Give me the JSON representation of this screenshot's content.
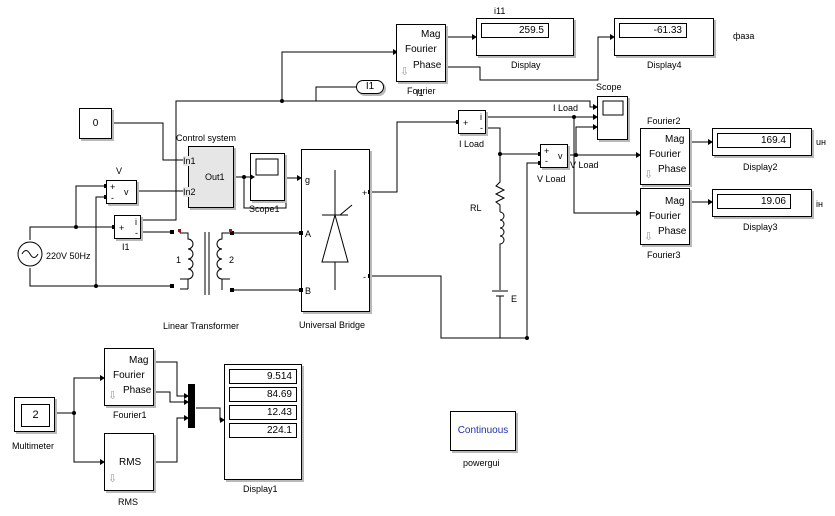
{
  "blocks": {
    "fourier_top": {
      "name": "Fourier",
      "mag": "Mag",
      "fourier": "Fourier",
      "phase": "Phase"
    },
    "fourier1": {
      "name": "Fourier1",
      "mag": "Mag",
      "fourier": "Fourier",
      "phase": "Phase"
    },
    "fourier2": {
      "name": "Fourier2",
      "mag": "Mag",
      "fourier": "Fourier",
      "phase": "Phase"
    },
    "fourier3": {
      "name": "Fourier3",
      "mag": "Mag",
      "fourier": "Fourier",
      "phase": "Phase"
    },
    "display": {
      "name": "Display",
      "value": "259.5"
    },
    "display4": {
      "name": "Display4",
      "value": "-61.33"
    },
    "display2": {
      "name": "Display2",
      "value": "169.4"
    },
    "display3": {
      "name": "Display3",
      "value": "19.06"
    },
    "display1": {
      "name": "Display1",
      "values": [
        "9.514",
        "84.69",
        "12.43",
        "224.1"
      ]
    },
    "constant": {
      "value": "0"
    },
    "control_system": {
      "name": "Control system",
      "in1": "In1",
      "in2": "In2",
      "out1": "Out1"
    },
    "scope1": {
      "name": "Scope1"
    },
    "scope": {
      "name": "Scope"
    },
    "voltmeter": {
      "name": "V",
      "sign_plus": "+",
      "sign_minus": "-",
      "port": "v"
    },
    "ammeter_i1": {
      "name": "I1",
      "sign_plus": "+",
      "sign_minus": "-",
      "port": "i"
    },
    "source": {
      "name": "220V 50Hz"
    },
    "transformer": {
      "name": "Linear Transformer",
      "w1": "1",
      "w2": "2"
    },
    "bridge": {
      "name": "Universal Bridge",
      "g": "g",
      "a": "A",
      "b": "B",
      "plus": "+",
      "minus": "-"
    },
    "i_load": {
      "name": "I Load",
      "sign_plus": "+",
      "sign_minus": "-",
      "port": "i"
    },
    "v_load": {
      "name": "V Load",
      "sign_plus": "+",
      "sign_minus": "-",
      "port": "v"
    },
    "rl": {
      "name": "RL"
    },
    "e_source": {
      "name": "E"
    },
    "multimeter": {
      "name": "Multimeter",
      "value": "2"
    },
    "rms": {
      "name": "RMS",
      "label": "RMS"
    },
    "powergui": {
      "name": "powergui",
      "label": "Continuous"
    },
    "goto_i1": {
      "label": "I1"
    }
  },
  "annotations": {
    "i11": "i11",
    "phase_ru": "фаза",
    "u_n": "uн",
    "i_n": "iн",
    "i1_small": "I1",
    "iload_signal": "I Load",
    "vload_signal": "V Load"
  }
}
